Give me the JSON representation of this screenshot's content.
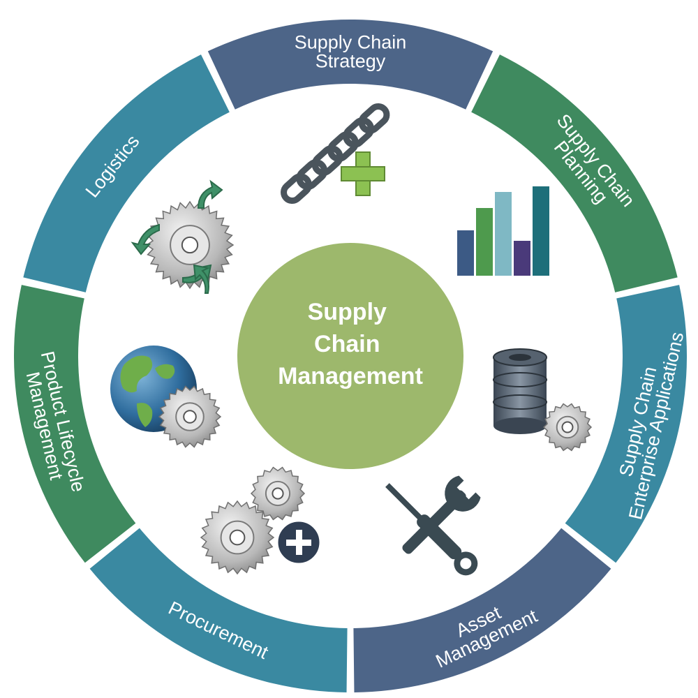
{
  "center": {
    "lines": [
      "Supply",
      "Chain",
      "Management"
    ],
    "color": "#9db86c"
  },
  "segments": [
    {
      "lines": [
        "Supply Chain",
        "Strategy"
      ],
      "color": "#4d6588",
      "icon": "chain-plus-icon"
    },
    {
      "lines": [
        "Supply Chain",
        "Planning"
      ],
      "color": "#3f8a5f",
      "icon": "bar-chart-icon"
    },
    {
      "lines": [
        "Supply Chain",
        "Enterprise Applications"
      ],
      "color": "#3a89a1",
      "icon": "database-gear-icon"
    },
    {
      "lines": [
        "Asset",
        "Management"
      ],
      "color": "#4d6588",
      "icon": "wrench-screwdriver-icon"
    },
    {
      "lines": [
        "Procurement"
      ],
      "color": "#3a89a1",
      "icon": "gears-plus-icon"
    },
    {
      "lines": [
        "Product Lifecycle",
        "Management"
      ],
      "color": "#3f8a5f",
      "icon": "globe-gear-icon"
    },
    {
      "lines": [
        "Logistics"
      ],
      "color": "#3a89a1",
      "icon": "gear-arrows-icon"
    }
  ],
  "colors": {
    "gear": "#c9c9c9",
    "arrow": "#3f8a5f",
    "plus": "#8cc152",
    "chain": "#4a545c"
  }
}
